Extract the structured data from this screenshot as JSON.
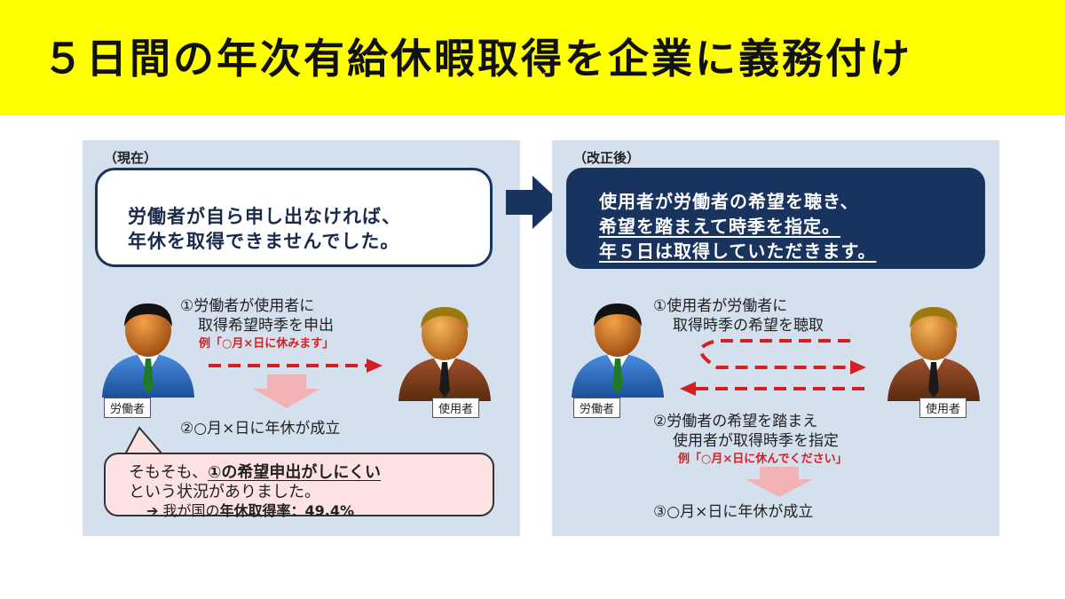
{
  "title": "５日間の年次有給休暇取得を企業に義務付け",
  "left_panel": {
    "label": "（現在）",
    "box_line1": "労働者が自ら申し出なければ、",
    "box_line2": "年休を取得できませんでした。",
    "step1_line1": "①労働者が使用者に",
    "step1_line2": "取得希望時季を申出",
    "example": "例「○月×日に休みます」",
    "step2": "②○月×日に年休が成立",
    "worker_label": "労働者",
    "employer_label": "使用者",
    "callout": {
      "line1_prefix": "そもそも、",
      "line1_emph": "①の希望申出がしにくい",
      "line2": "という状況がありました。",
      "line3_arrow": "➔",
      "line3_text": "我が国の",
      "line3_bold": "年休取得率：49.4%"
    }
  },
  "right_panel": {
    "label": "（改正後）",
    "box_line1": "使用者が労働者の希望を聴き、",
    "box_line2": "希望を踏まえて時季を指定。",
    "box_line3": "年５日は取得していただきます。",
    "step1_line1": "①使用者が労働者に",
    "step1_line2": "取得時季の希望を聴取",
    "step2_line1": "②労働者の希望を踏まえ",
    "step2_line2": "使用者が取得時季を指定",
    "example": "例「○月×日に休んでください」",
    "step3": "③○月×日に年休が成立",
    "worker_label": "労働者",
    "employer_label": "使用者"
  },
  "colors": {
    "title_bg": "#ffff00",
    "panel_bg": "#d5e0ef",
    "navy": "#17335e",
    "red_arrow": "#d42020",
    "pink_arrow": "#f2b3b6",
    "callout_bg": "#fde2e4"
  },
  "icons": [
    "worker-person-icon",
    "employer-person-icon",
    "transition-arrow-icon"
  ]
}
